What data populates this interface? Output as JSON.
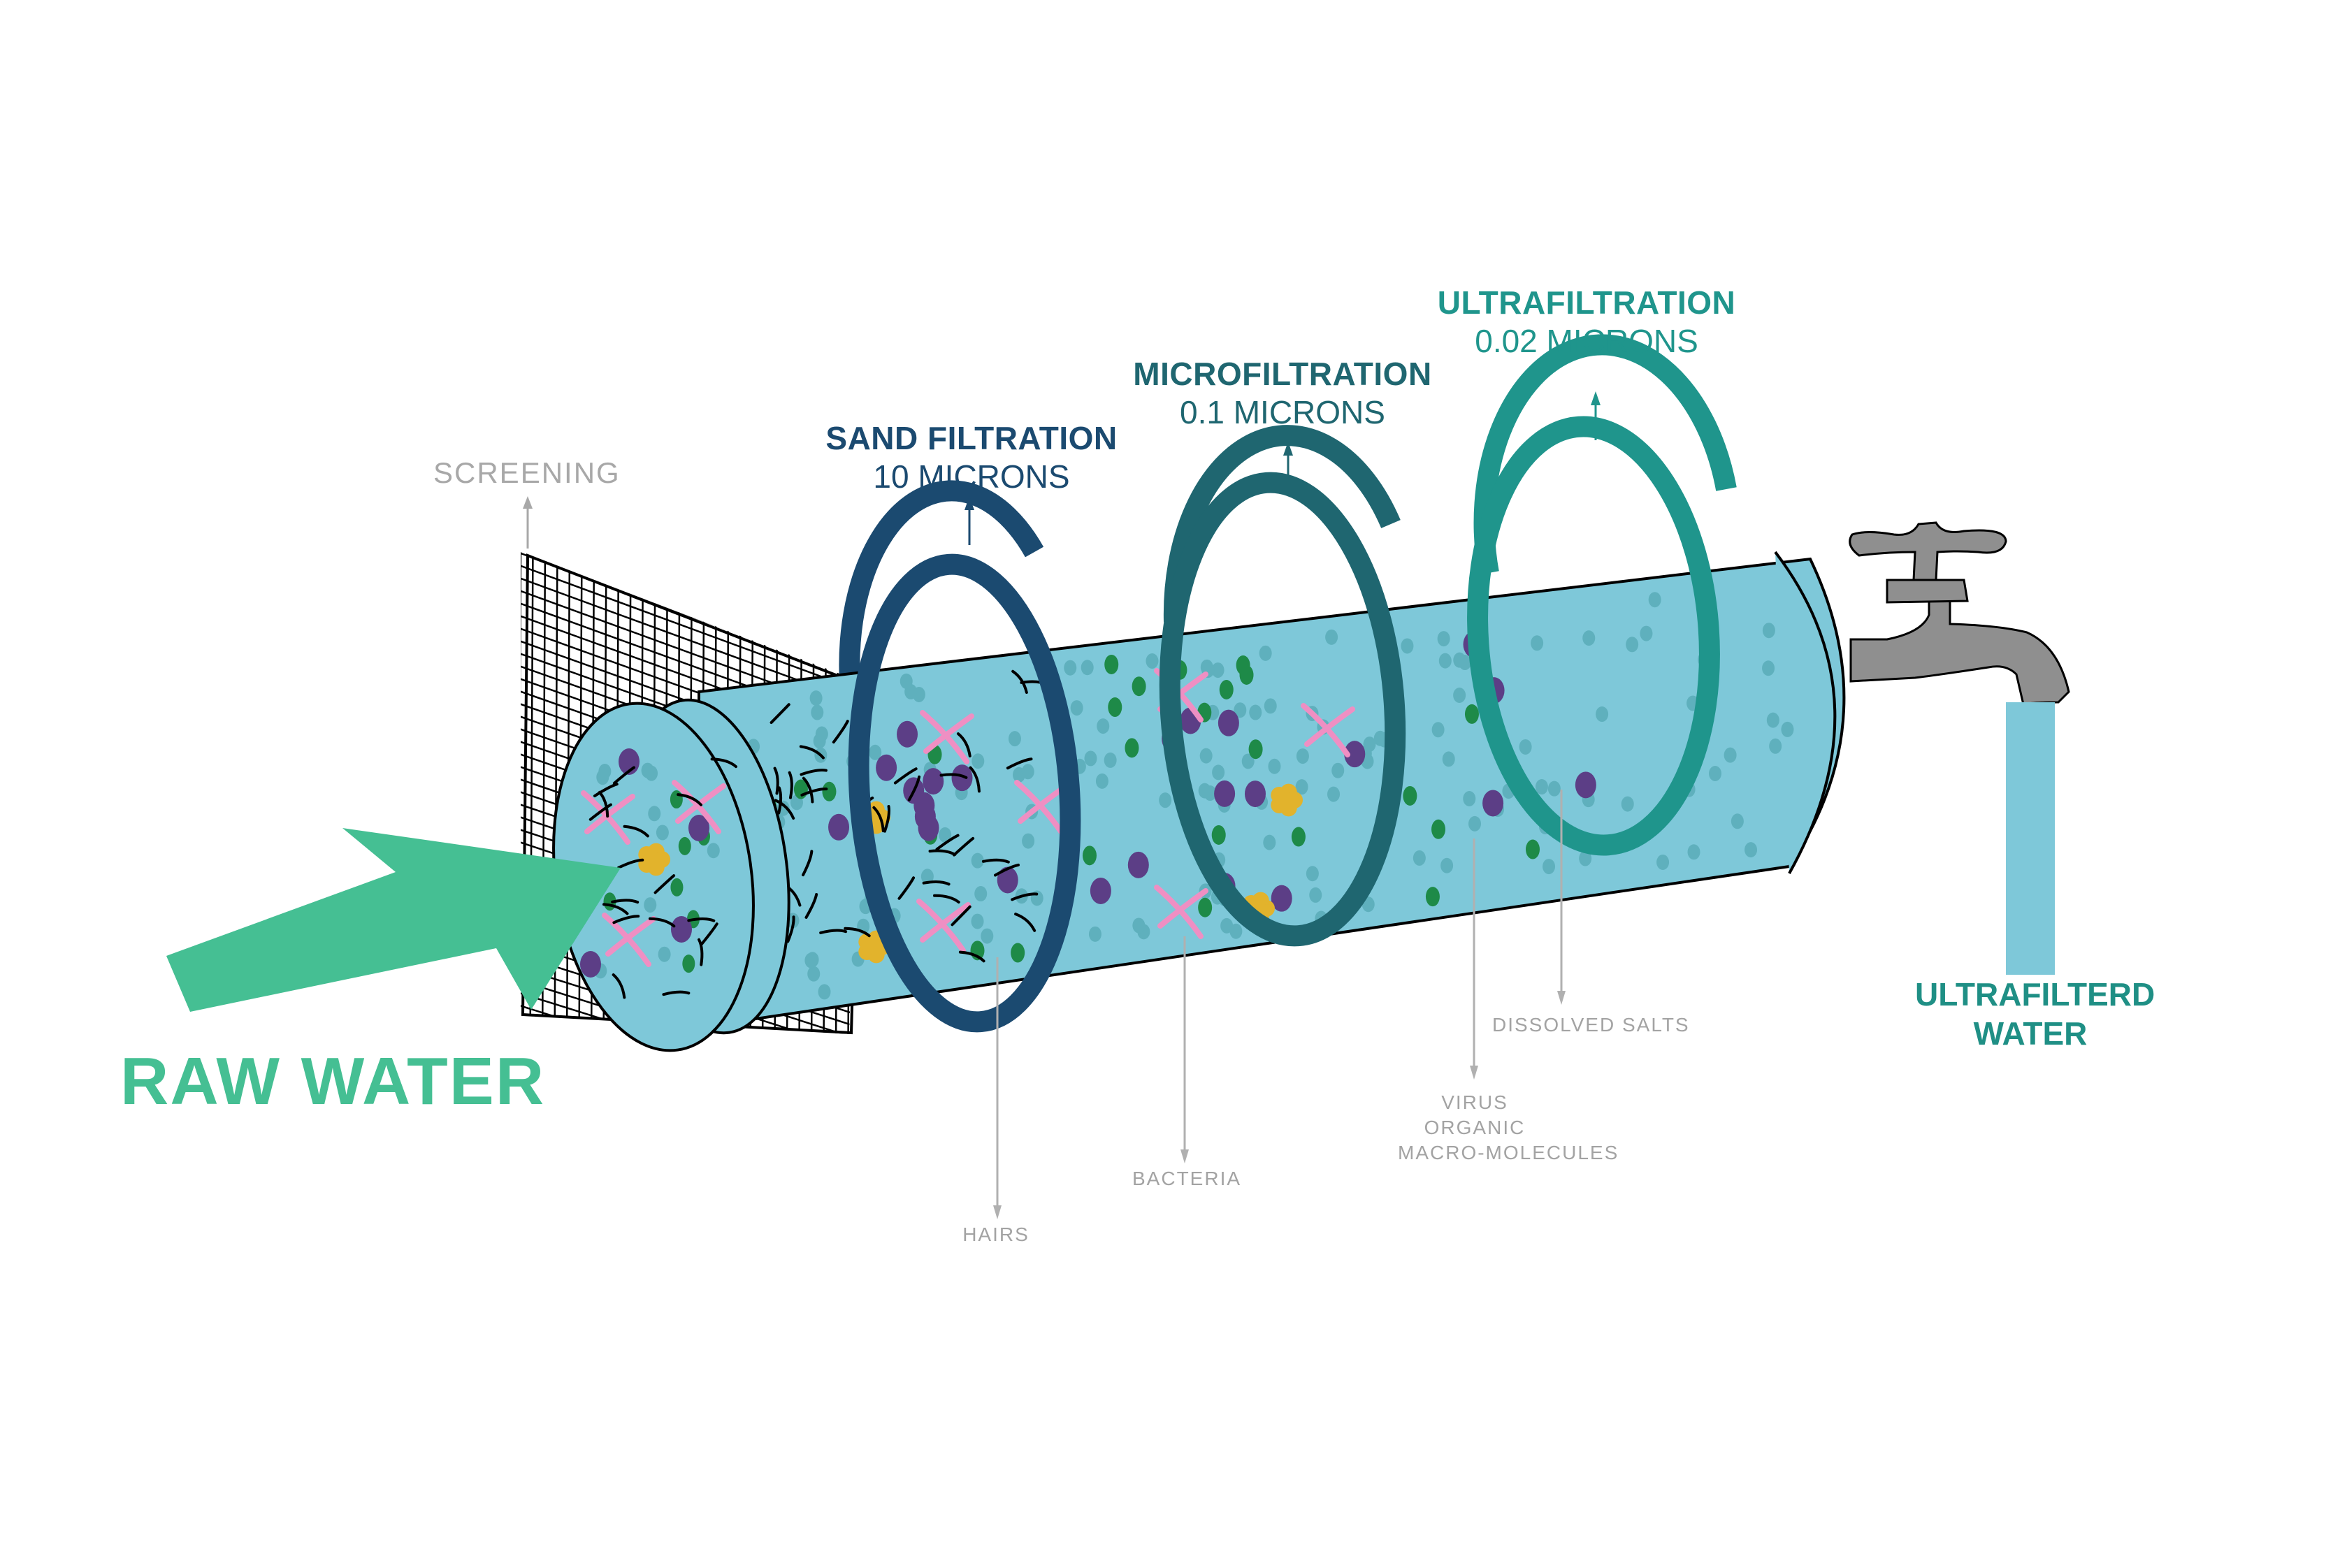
{
  "title": "Water filtration stages diagram",
  "input": {
    "label": "RAW WATER",
    "color": "#45bf93"
  },
  "output": {
    "label_line1": "ULTRAFILTERD",
    "label_line2": "WATER",
    "color": "#1f8f85"
  },
  "screening": {
    "label": "SCREENING",
    "color": "#a8a8a8"
  },
  "stages": [
    {
      "name": "SAND FILTRATION",
      "pore_size": "10 MICRONS",
      "color": "#1b4a70",
      "removes": "HAIRS"
    },
    {
      "name": "MICROFILTRATION",
      "pore_size": "0.1 MICRONS",
      "color": "#1f6670",
      "removes": "BACTERIA"
    },
    {
      "name": "ULTRAFILTRATION",
      "pore_size": "0.02 MICRONS",
      "color": "#1f958c",
      "removes_lines": [
        "VIRUS",
        "ORGANIC",
        "MACRO-MOLECULES"
      ]
    }
  ],
  "remaining": {
    "label": "DISSOLVED SALTS"
  },
  "colors": {
    "water": "#7ec8d9",
    "tap": "#8f8f8f",
    "particle_small": "#5fb0bd",
    "particle_green": "#1e8a48",
    "particle_purple": "#5c3e86",
    "particle_pink": "#ef8fc3",
    "particle_yellow": "#e2b32c"
  }
}
